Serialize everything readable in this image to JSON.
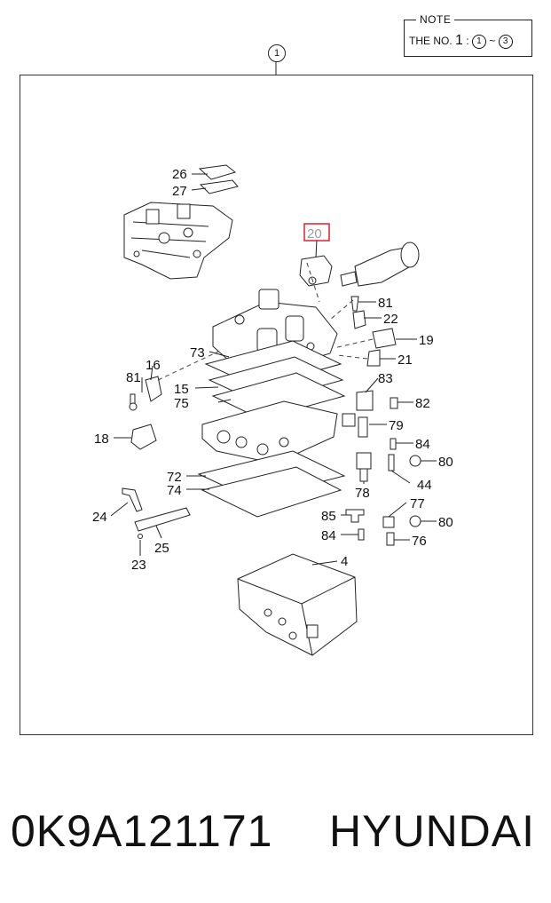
{
  "note": {
    "title": "NOTE",
    "prefix": "THE NO.",
    "big_one": "1",
    "colon": ":",
    "from_ref": "1",
    "tilde": "~",
    "to_ref": "3"
  },
  "top_ref": "1",
  "callouts": {
    "c26": "26",
    "c27": "27",
    "c20": "20",
    "c81a": "81",
    "c22": "22",
    "c73": "73",
    "c19": "19",
    "c81b": "81",
    "c16": "16",
    "c21": "21",
    "c15": "15",
    "c75": "75",
    "c83": "83",
    "c82": "82",
    "c79": "79",
    "c18": "18",
    "c84a": "84",
    "c80a": "80",
    "c72": "72",
    "c74": "74",
    "c44": "44",
    "c78": "78",
    "c77": "77",
    "c24": "24",
    "c85": "85",
    "c80b": "80",
    "c25": "25",
    "c84b": "84",
    "c76": "76",
    "c23": "23",
    "c4": "4"
  },
  "highlight": {
    "callout": "20",
    "color": "#e0303a",
    "text_color": "#9a9a9a"
  },
  "footer": {
    "part_number": "0K9A121171",
    "brand": "HYUNDAI"
  }
}
